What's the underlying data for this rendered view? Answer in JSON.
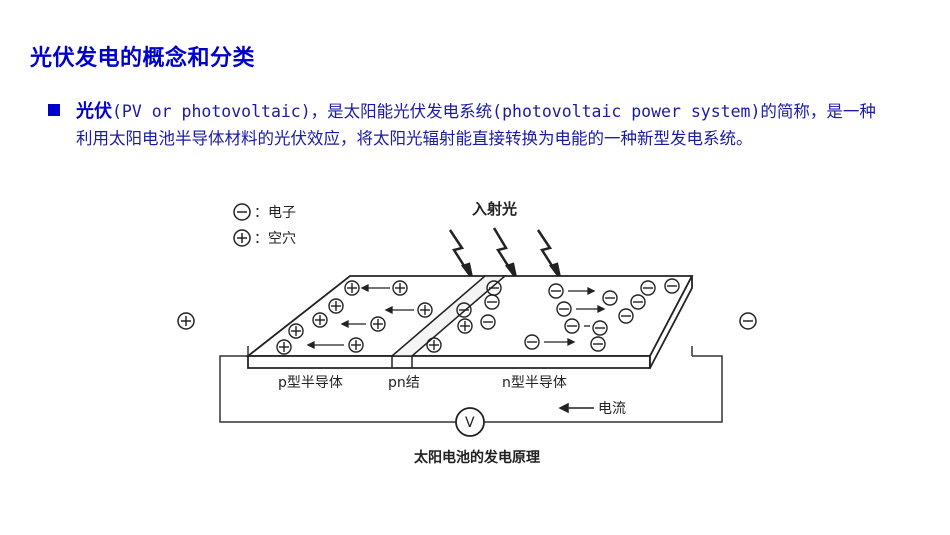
{
  "slide": {
    "title": "光伏发电的概念和分类"
  },
  "bullet": {
    "term": "光伏",
    "text": "(PV or photovoltaic)，是太阳能光伏发电系统(photovoltaic  power system)的简称，是一种利用太阳电池半导体材料的光伏效应，将太阳光辐射能直接转换为电能的一种新型发电系统。"
  },
  "figure": {
    "legend_electron": "：电子",
    "legend_hole": "：空穴",
    "incident_light": "入射光",
    "p_label": "p型半导体",
    "pn_label": "pn结",
    "n_label": "n型半导体",
    "current_label": "电流",
    "voltmeter": "V",
    "caption": "太阳电池的发电原理",
    "plus_sign": "+",
    "minus_sign": "−"
  }
}
